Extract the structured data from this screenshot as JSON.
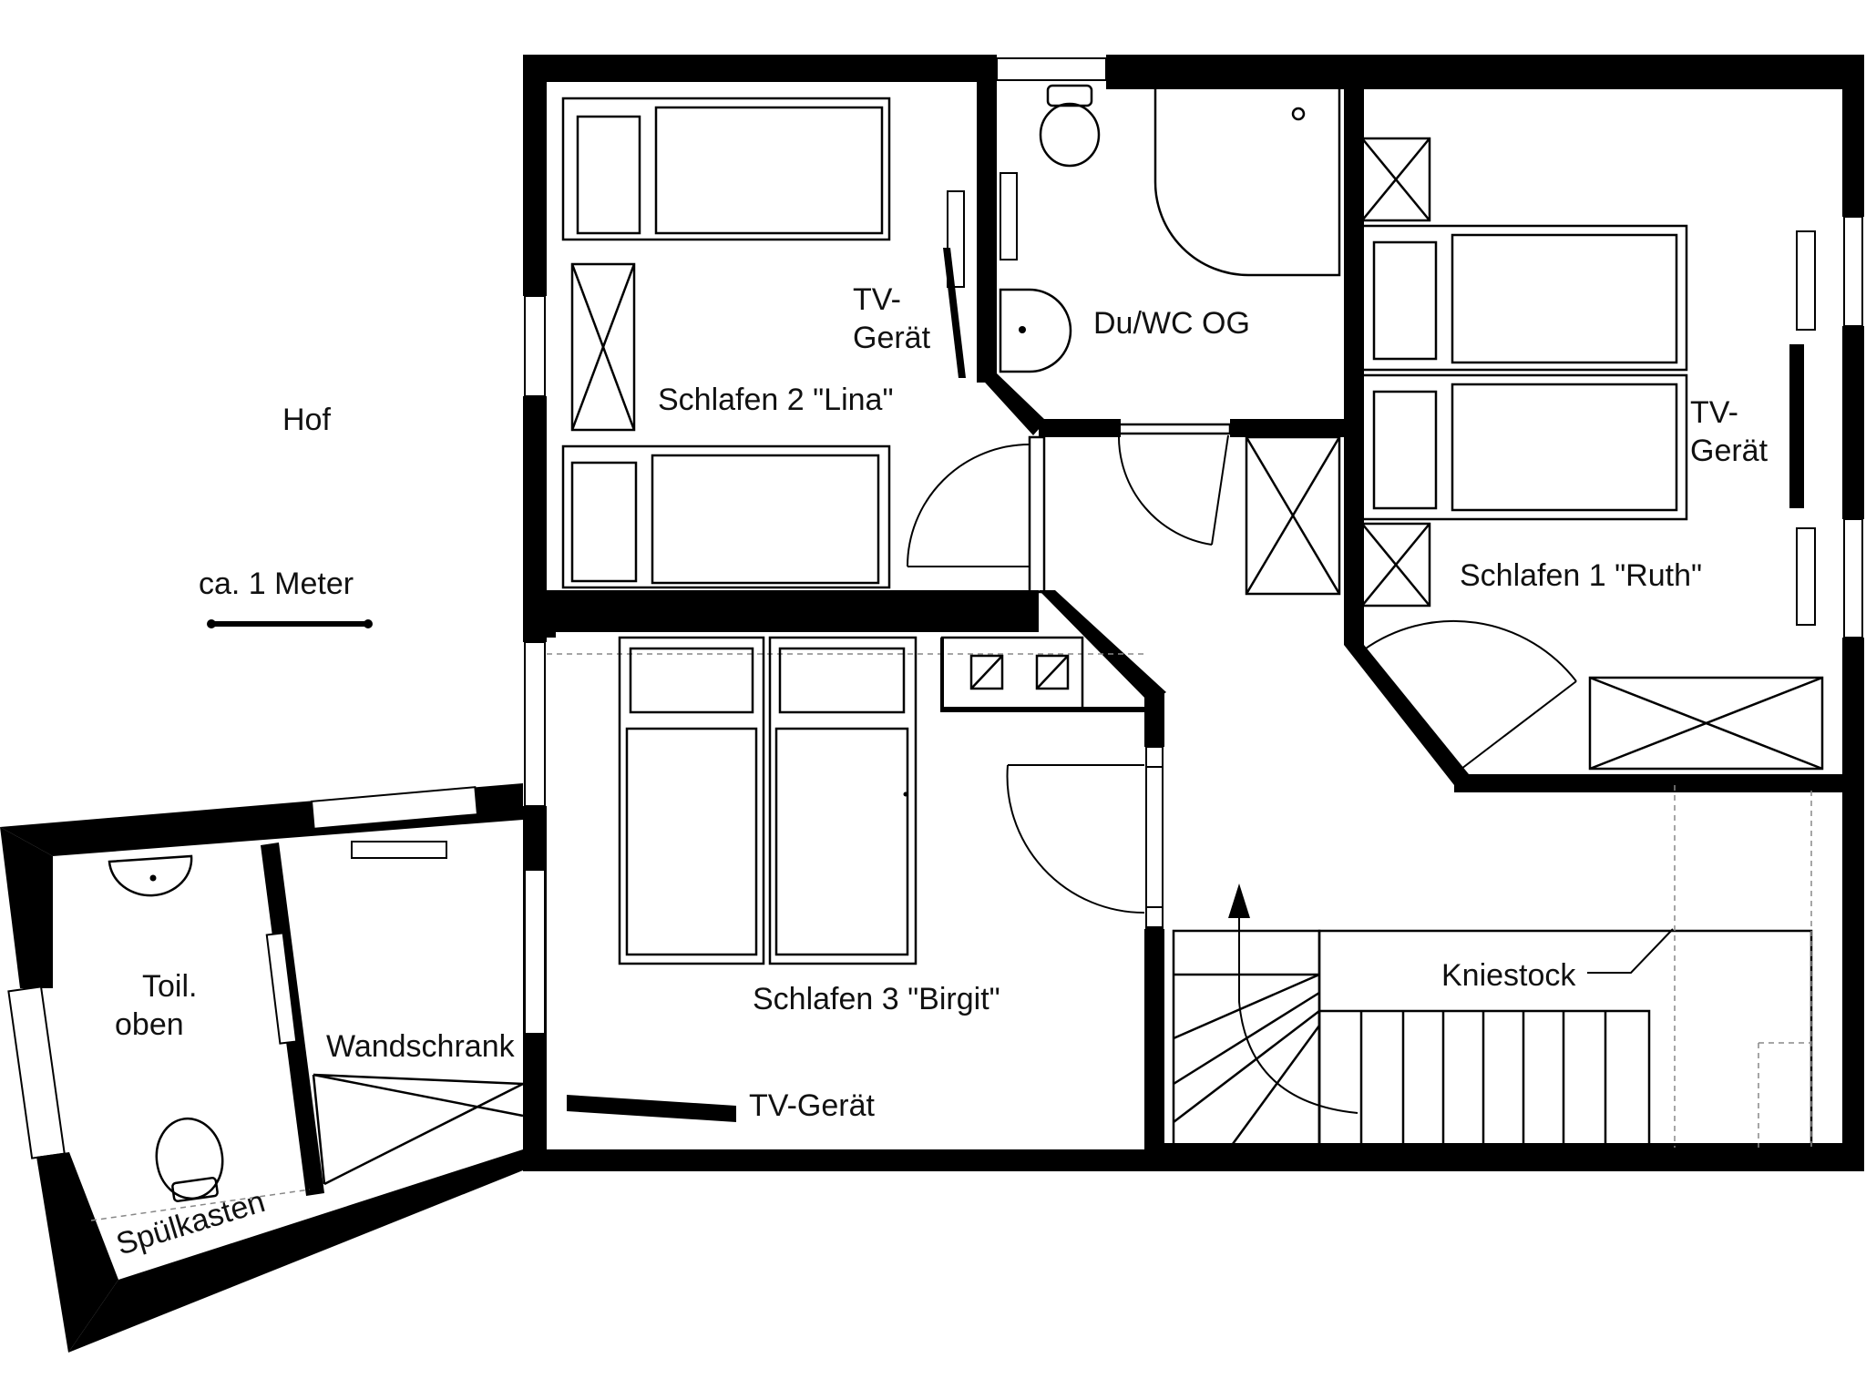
{
  "labels": {
    "hof": "Hof",
    "scale": "ca.  1 Meter",
    "schlafen2": "Schlafen 2 \"Lina\"",
    "tv_geraet_1a": "TV-",
    "tv_geraet_1b": "Gerät",
    "duwc": "Du/WC OG",
    "tv_geraet_2a": "TV-",
    "tv_geraet_2b": "Gerät",
    "schlafen1": "Schlafen 1 \"Ruth\"",
    "schlafen3": "Schlafen 3 \"Birgit\"",
    "tv_geraet_3": "TV-Gerät",
    "toil_a": "Toil.",
    "toil_b": "oben",
    "wandschrank": "Wandschrank",
    "spuelkasten": "Spülkasten",
    "kniestock": "Kniestock"
  },
  "colors": {
    "wall": "#000000",
    "background": "#ffffff",
    "guide": "#888888"
  }
}
